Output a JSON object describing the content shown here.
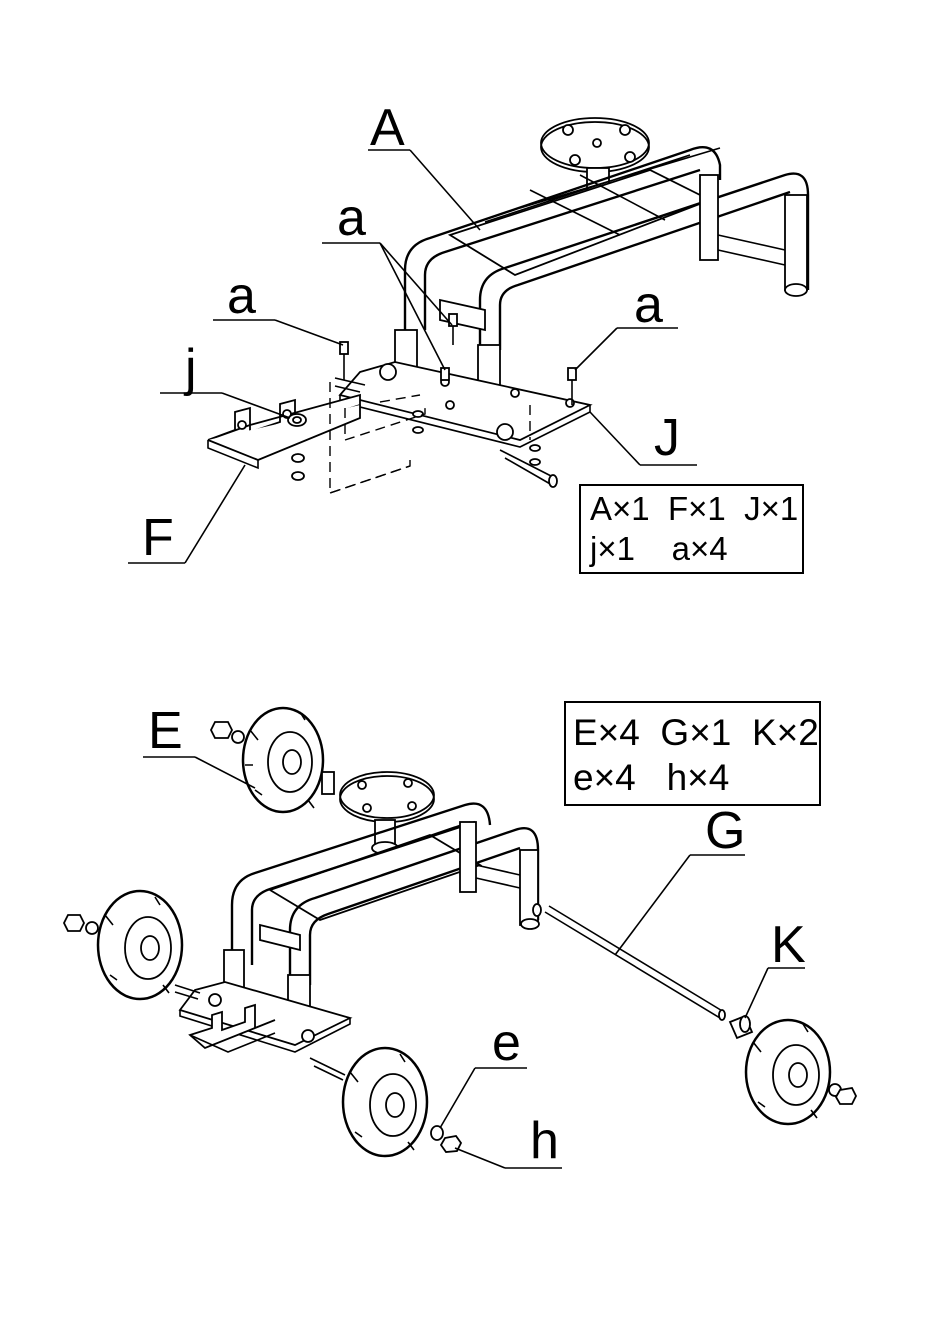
{
  "step1": {
    "labels": {
      "A": "A",
      "a_top": "a",
      "a_left": "a",
      "a_right": "a",
      "j": "j",
      "F": "F",
      "J": "J"
    },
    "qty_lines": [
      "A×1  F×1  J×1",
      "j×1    a×4"
    ]
  },
  "step2": {
    "labels": {
      "E": "E",
      "G": "G",
      "K": "K",
      "e": "e",
      "h": "h"
    },
    "qty_lines": [
      "E×4  G×1  K×2",
      "e×4   h×4"
    ]
  },
  "icons": {
    "frame": "frame-drawing",
    "wheel": "wheel-drawing",
    "bolt": "bolt-drawing"
  }
}
